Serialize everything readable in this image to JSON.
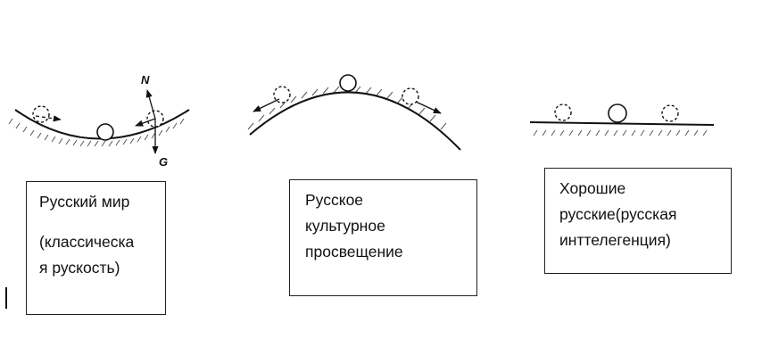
{
  "diagrams": {
    "valley": {
      "label_normal": "N",
      "label_gravity": "G"
    }
  },
  "captions": {
    "box1": {
      "line1": "Русский мир",
      "line2": "(классическа",
      "line3": "я рускость)"
    },
    "box2": {
      "line1": "Русское",
      "line2": "культурное",
      "line3": "просвещение"
    },
    "box3": {
      "line1": "Хорошие",
      "line2": "русские(русская",
      "line3": "инттелегенция)"
    }
  }
}
